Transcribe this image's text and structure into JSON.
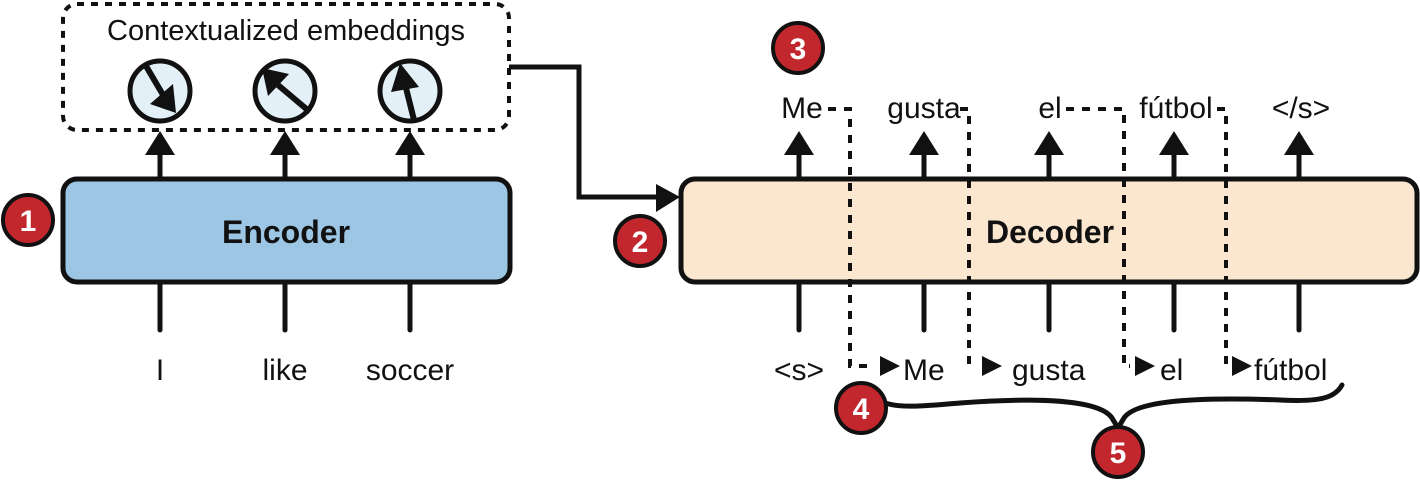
{
  "colors": {
    "encoder_fill": "#9cc6e4",
    "decoder_fill": "#fbe6cf",
    "embedding_fill": "#e3f0f8",
    "badge_fill": "#c1272d",
    "stroke": "#111111"
  },
  "context_box": {
    "title": "Contextualized embeddings",
    "embeddings": [
      {
        "icon": "arrow-down-right-icon"
      },
      {
        "icon": "arrow-up-left-icon"
      },
      {
        "icon": "arrow-up-icon"
      }
    ]
  },
  "encoder": {
    "label": "Encoder",
    "inputs": [
      "I",
      "like",
      "soccer"
    ]
  },
  "decoder": {
    "label": "Decoder",
    "outputs": [
      "Me",
      "gusta",
      "el",
      "fútbol",
      "</s>"
    ],
    "inputs": [
      "<s>",
      "Me",
      "gusta",
      "el",
      "fútbol"
    ]
  },
  "badges": [
    "1",
    "2",
    "3",
    "4",
    "5"
  ]
}
